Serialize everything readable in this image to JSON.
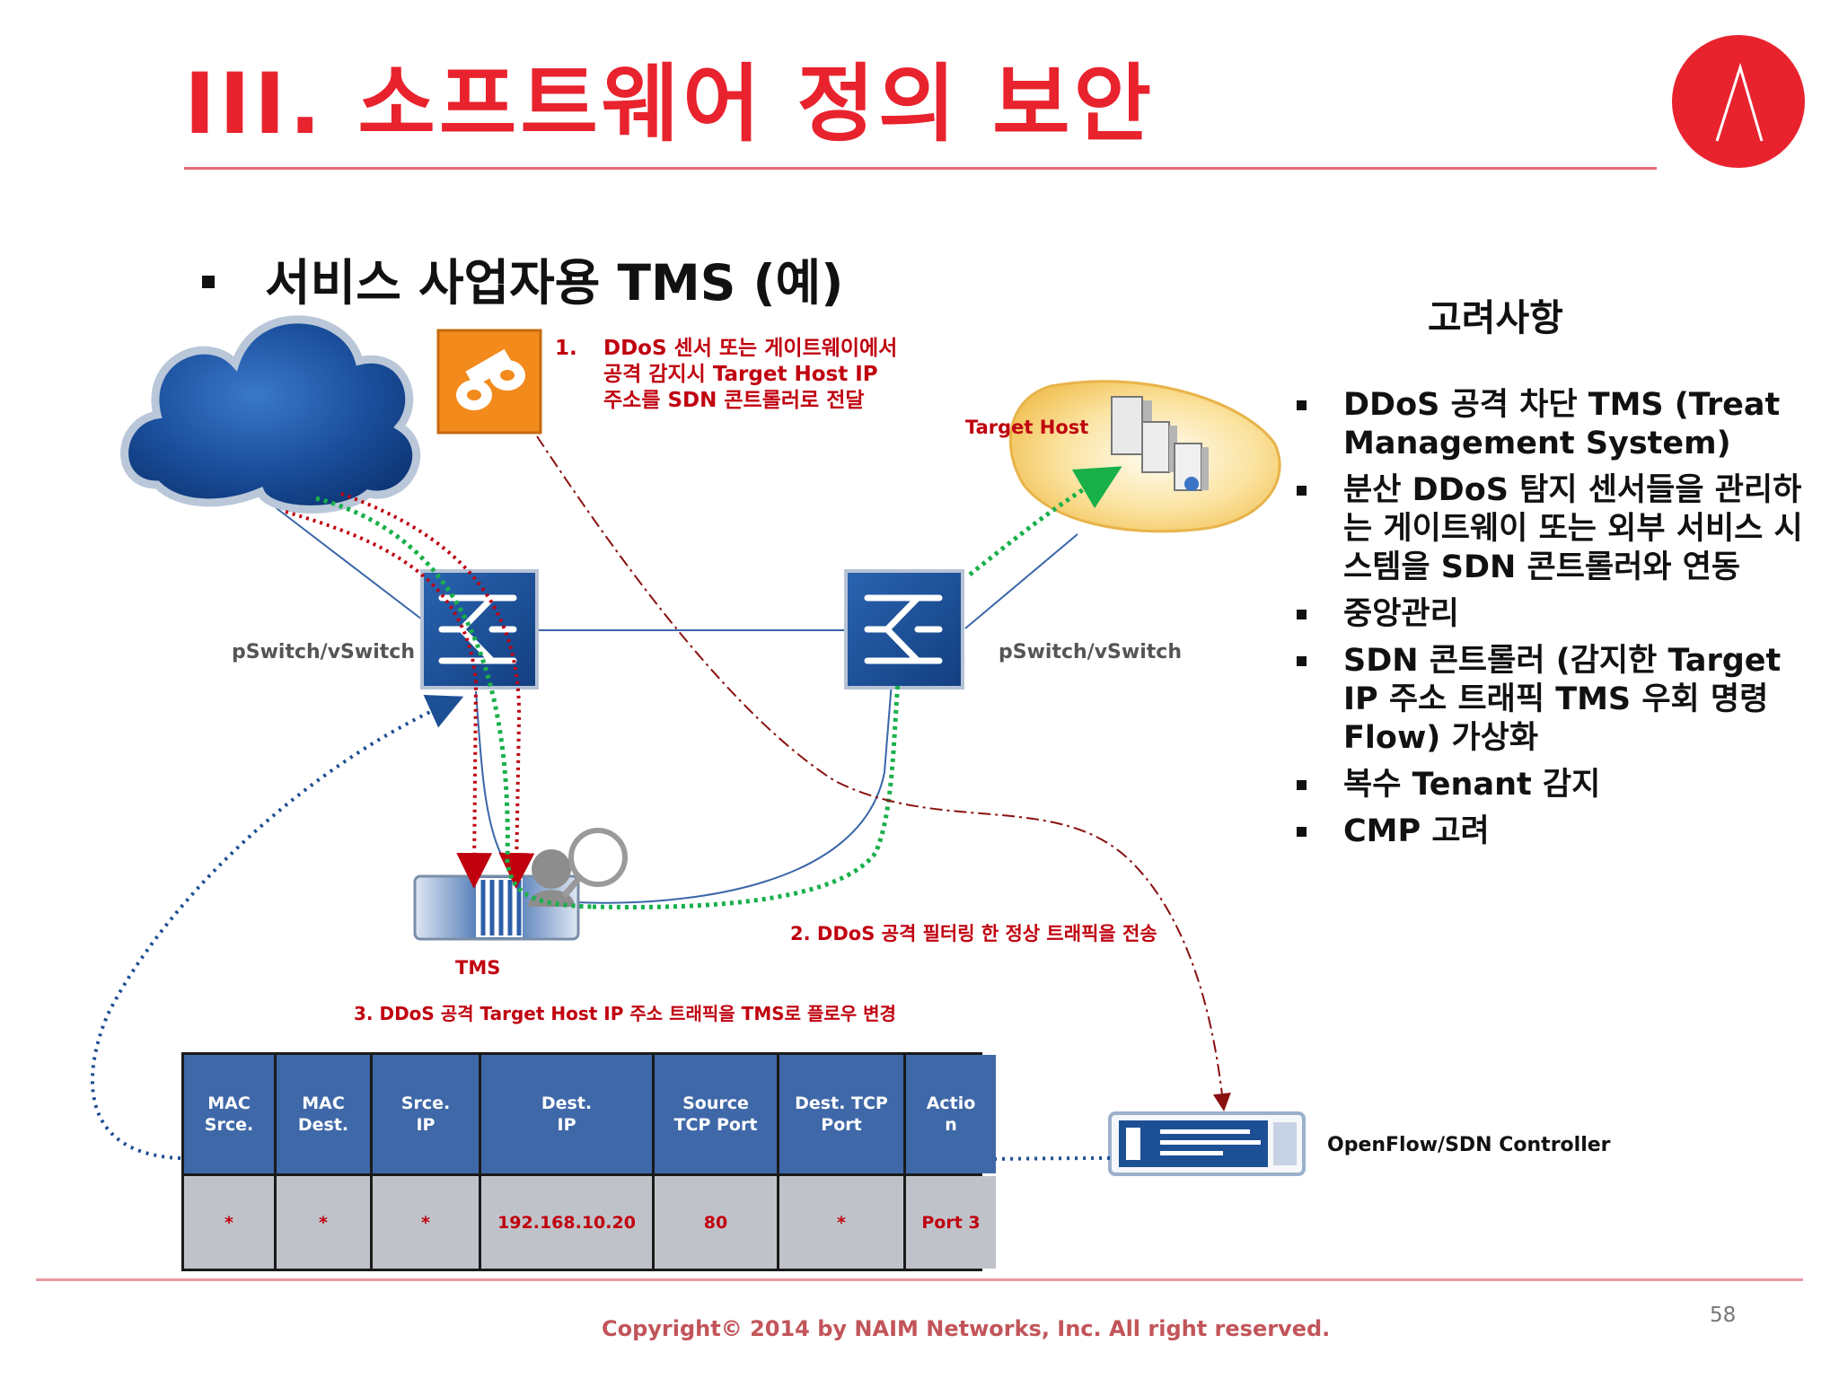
{
  "slide": {
    "title": "III.  소프트웨어 정의 보안",
    "subtitle": "서비스 사업자용 TMS (예)",
    "page_number": "58",
    "copyright": "Copyright© 2014 by NAIM Networks, Inc. All right reserved."
  },
  "considerations": {
    "heading": "고려사항",
    "items": [
      "DDoS 공격 차단 TMS (Treat Management System)",
      "분산 DDoS 탐지 센서들을 관리하는  게이트웨이 또는 외부 서비스 시스템을 SDN 콘트롤러와 연동",
      "중앙관리",
      "SDN 콘트롤러 (감지한 Target IP 주소 트래픽 TMS 우회 명령 Flow) 가상화",
      "복수 Tenant 감지",
      "CMP 고려"
    ]
  },
  "diagram": {
    "step1_num": "1.",
    "step1_lines": [
      "DDoS  센서 또는 게이트웨이에서",
      "공격 감지시 Target Host IP",
      "주소를 SDN 콘트롤러로 전달"
    ],
    "step2": "2.   DDoS 공격 필터링 한 정상 트래픽을 전송",
    "step3": "3.   DDoS 공격 Target Host IP 주소 트래픽을 TMS로 플로우 변경",
    "target_host": "Target Host",
    "switch_left": "pSwitch/vSwitch",
    "switch_right": "pSwitch/vSwitch",
    "tms": "TMS",
    "controller": "OpenFlow/SDN Controller"
  },
  "flow_table": {
    "headers": [
      "MAC\nSrce.",
      "MAC\nDest.",
      "Srce.\nIP",
      "Dest.\nIP",
      "Source\nTCP Port",
      "Dest. TCP\nPort",
      "Actio\nn"
    ],
    "row": [
      "*",
      "*",
      "*",
      "192.168.10.20",
      "80",
      "*",
      "Port 3"
    ]
  },
  "colors": {
    "accent_red": "#e8232e",
    "switch_blue": "#1d4f95",
    "table_header": "#3f68a8",
    "table_cell": "#bfc3c9",
    "green_path": "#19b04a",
    "red_path": "#c0000f"
  }
}
